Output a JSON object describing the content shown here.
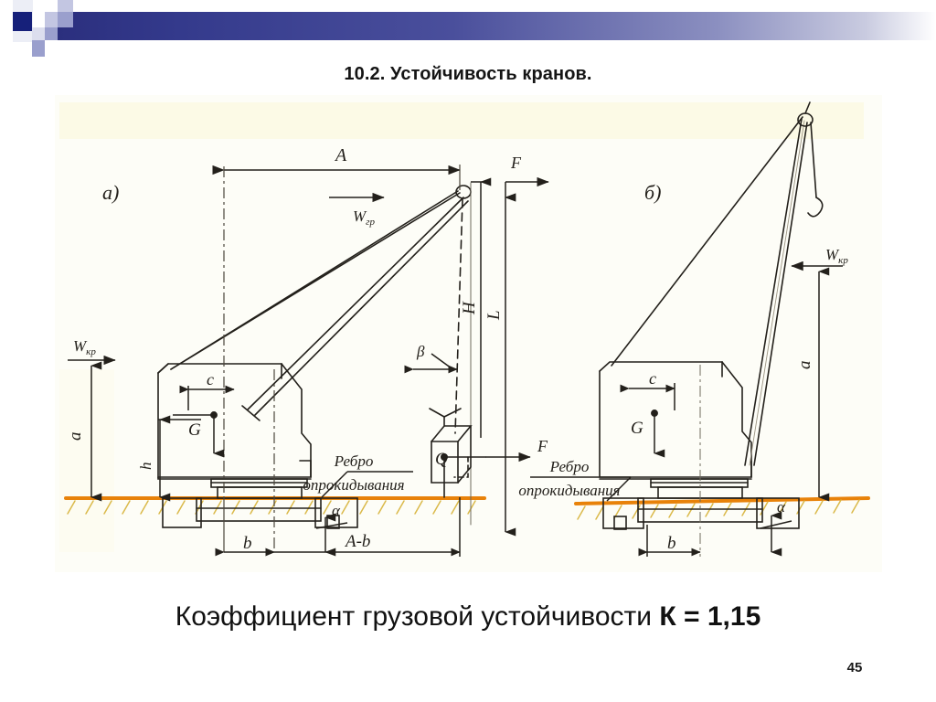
{
  "slide": {
    "title": "10.2. Устойчивость кранов.",
    "caption_text": "Коэффициент грузовой устойчивости",
    "caption_value": "К = 1,15",
    "page_number": "45",
    "accent_color": "#2b2f7e",
    "ground_color": "#e8820a",
    "ink_color": "#23201b"
  },
  "figure": {
    "panel_a_label": "а)",
    "panel_b_label": "б)",
    "edge_note_line1": "Ребро",
    "edge_note_line2": "опрокидывания",
    "labels": {
      "boom_reach": "A",
      "reach_minus_b": "A-b",
      "wind_load": "W",
      "wind_load_sub": "гр",
      "wind_crane": "W",
      "wind_crane_sub": "кр",
      "force_f": "F",
      "height_h_cap": "H",
      "length_l": "L",
      "height_a": "a",
      "height_h": "h",
      "dim_c": "c",
      "dim_b": "b",
      "weight_g": "G",
      "load_q": "Q",
      "angle_alpha": "α",
      "angle_beta": "β"
    }
  },
  "chart_data": {
    "type": "diagram",
    "title": "Устойчивость кранов — расчётные схемы",
    "panels": [
      {
        "id": "a",
        "label": "а)",
        "description": "Грузовая устойчивость крана с вылетом стрелы и грузом на крюке",
        "annotations": [
          "A",
          "A-b",
          "Wгр",
          "Wкр",
          "F",
          "H",
          "L",
          "a",
          "h",
          "b",
          "c",
          "G",
          "Q",
          "α",
          "β",
          "Ребро опрокидывания"
        ]
      },
      {
        "id": "b",
        "label": "б)",
        "description": "Собственная устойчивость крана без груза, стрела поднята",
        "annotations": [
          "Wкр",
          "a",
          "b",
          "c",
          "G",
          "α",
          "Ребро опрокидывания"
        ]
      }
    ]
  }
}
